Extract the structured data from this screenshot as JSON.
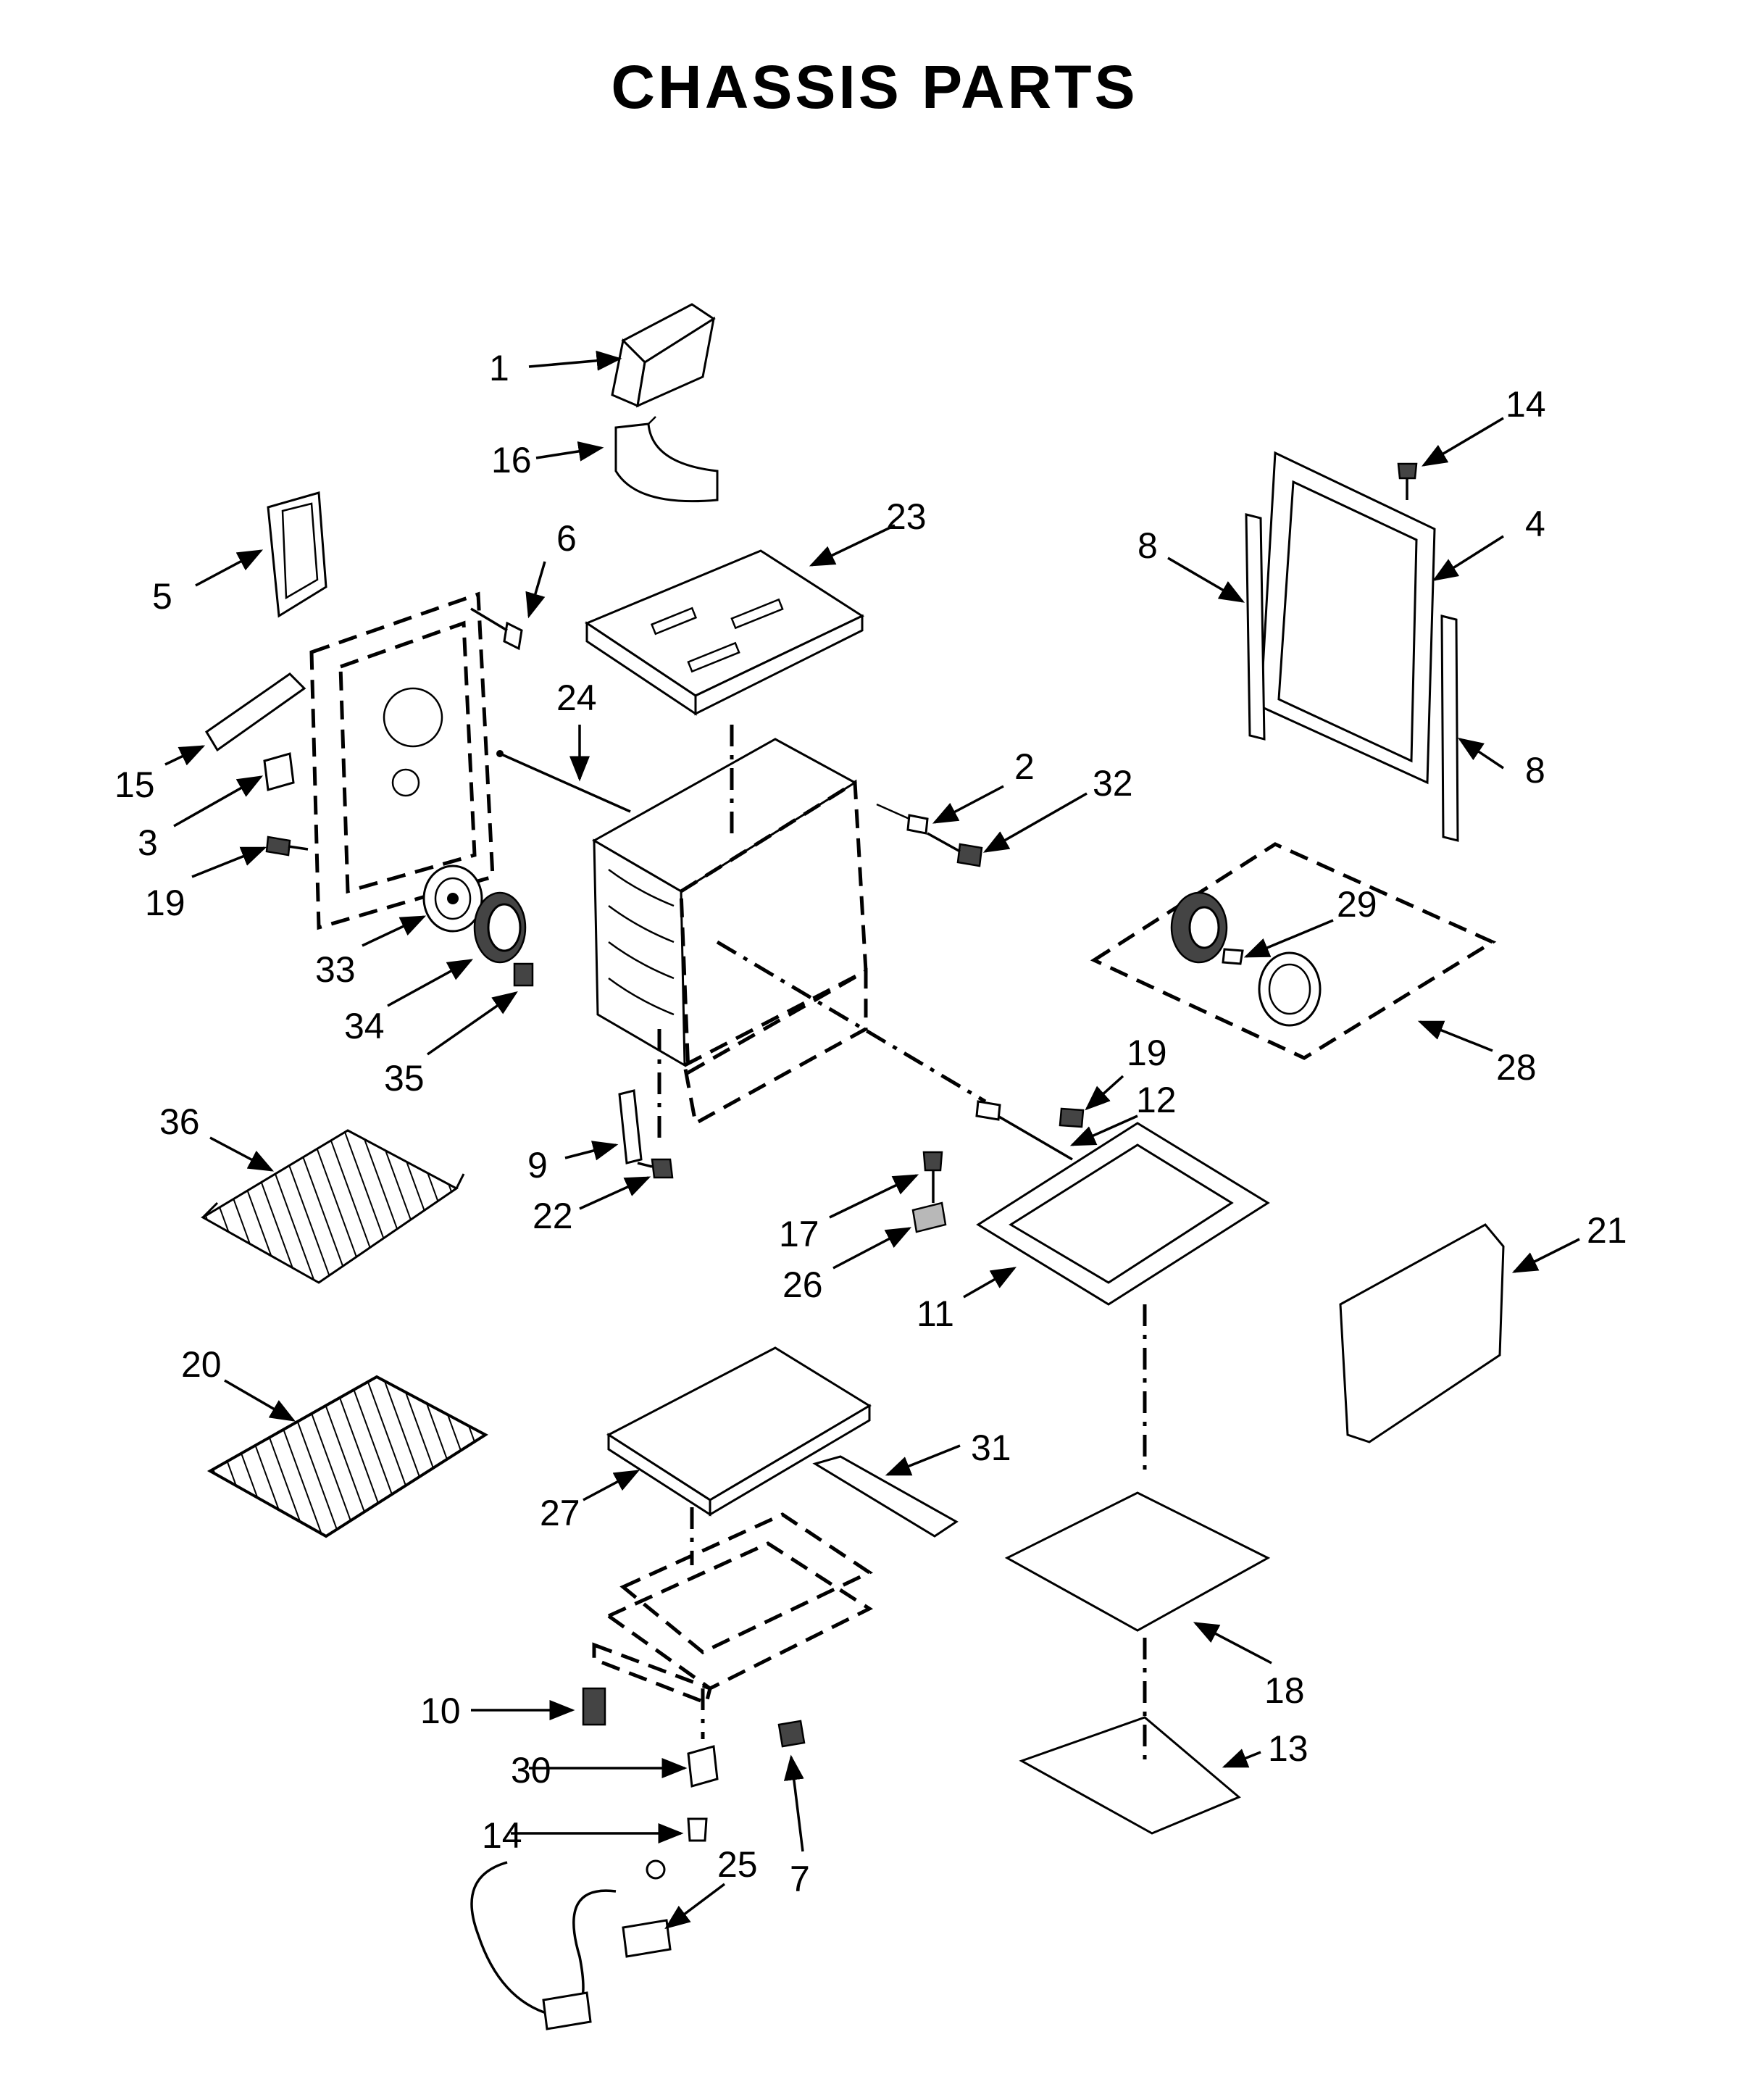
{
  "title": "CHASSIS PARTS",
  "callouts": [
    "1",
    "16",
    "14",
    "4",
    "5",
    "6",
    "23",
    "8",
    "8",
    "24",
    "15",
    "3",
    "19",
    "2",
    "32",
    "29",
    "33",
    "34",
    "35",
    "28",
    "19",
    "12",
    "36",
    "9",
    "22",
    "17",
    "26",
    "11",
    "21",
    "20",
    "31",
    "27",
    "18",
    "10",
    "30",
    "13",
    "14",
    "25",
    "7"
  ]
}
